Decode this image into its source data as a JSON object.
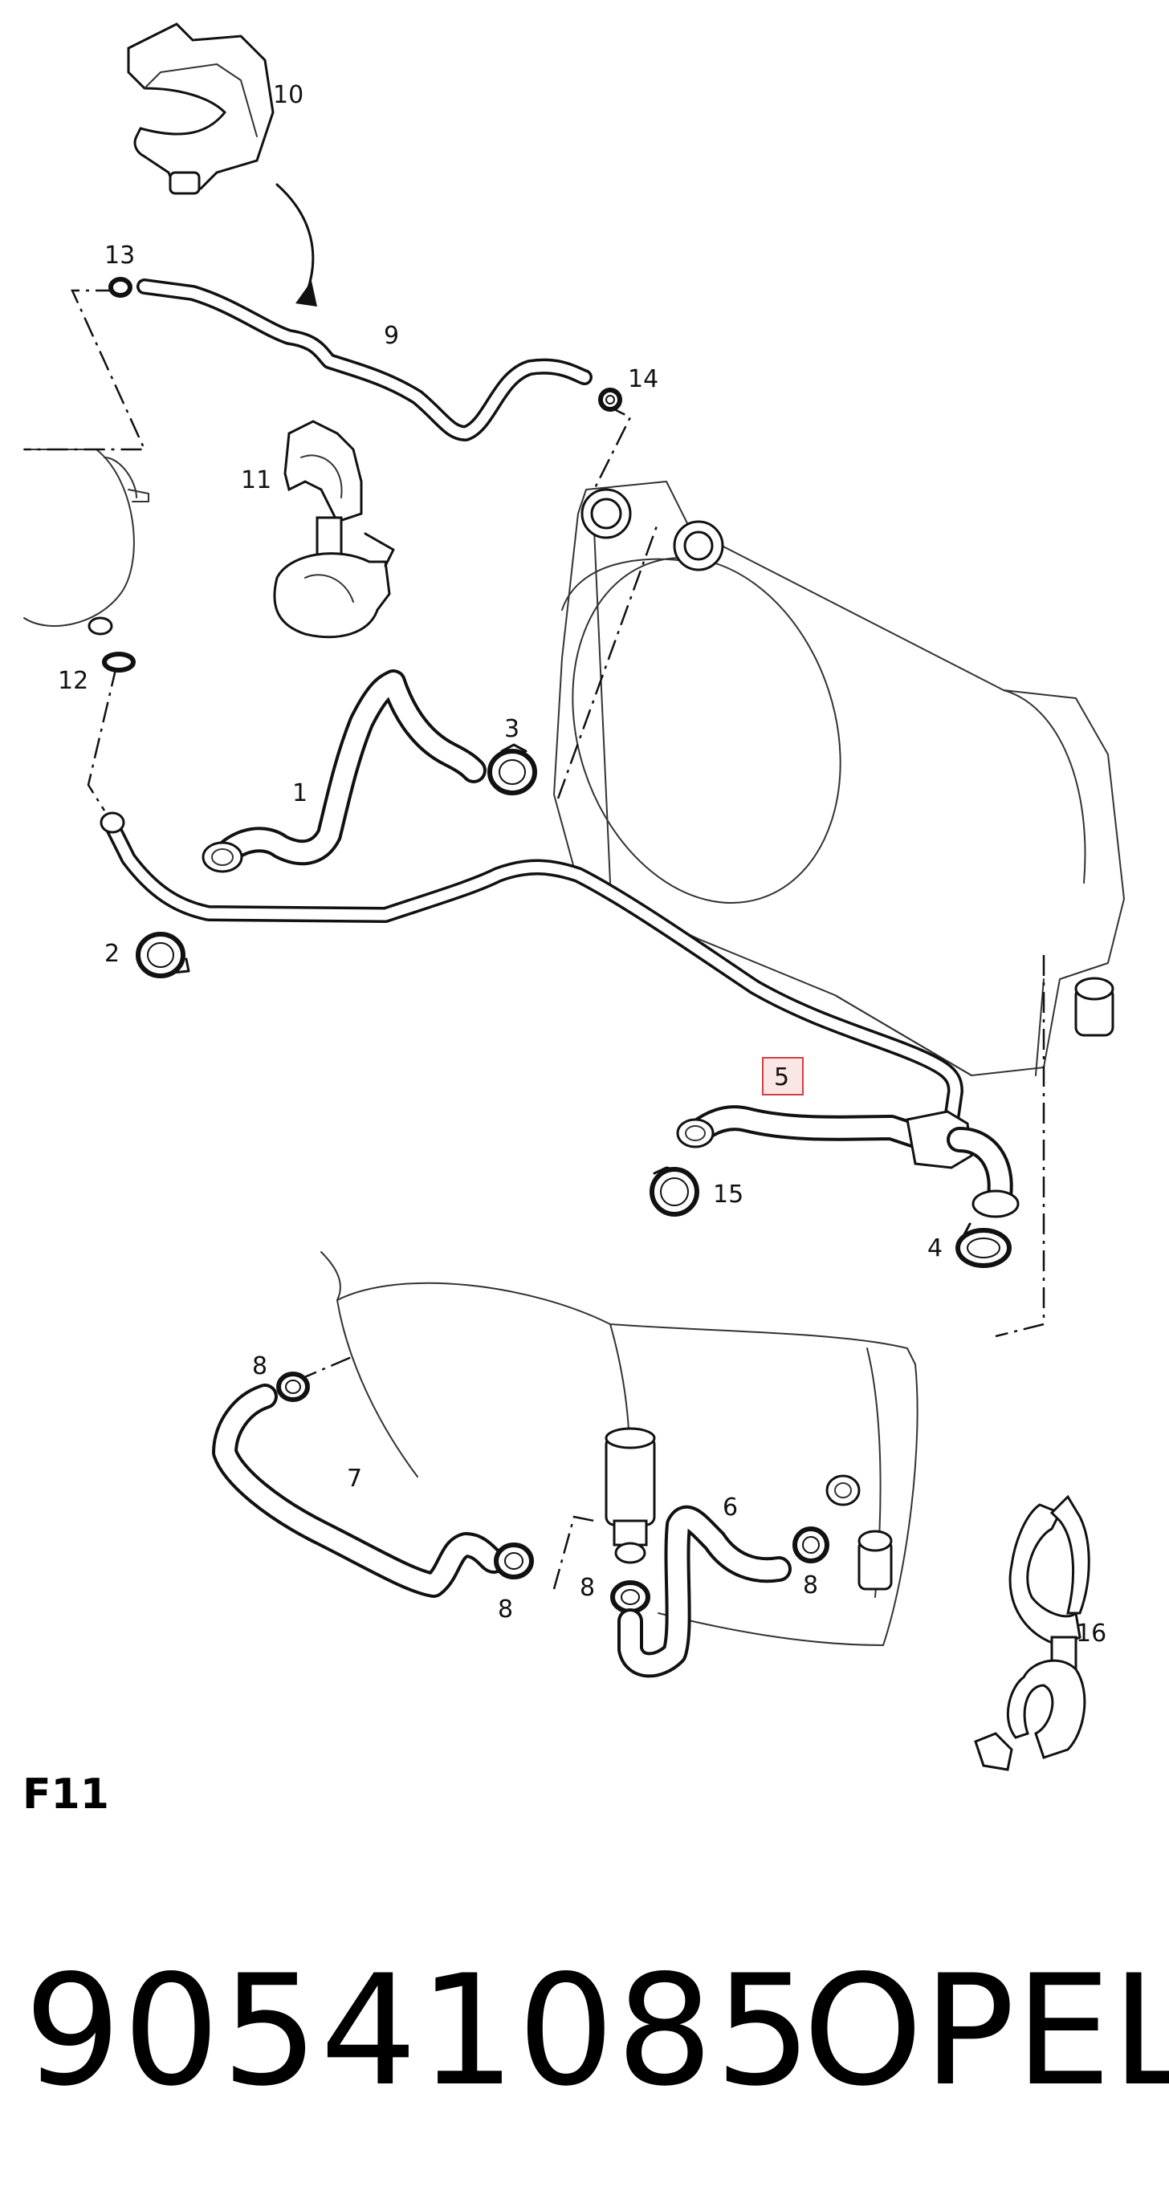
{
  "diagram": {
    "callouts": [
      {
        "id": "c10",
        "label": "10"
      },
      {
        "id": "c13",
        "label": "13"
      },
      {
        "id": "c9",
        "label": "9"
      },
      {
        "id": "c14",
        "label": "14"
      },
      {
        "id": "c11",
        "label": "11"
      },
      {
        "id": "c12",
        "label": "12"
      },
      {
        "id": "c3",
        "label": "3"
      },
      {
        "id": "c1",
        "label": "1"
      },
      {
        "id": "c2",
        "label": "2"
      },
      {
        "id": "c5",
        "label": "5"
      },
      {
        "id": "c15",
        "label": "15"
      },
      {
        "id": "c4",
        "label": "4"
      },
      {
        "id": "c8a",
        "label": "8"
      },
      {
        "id": "c7",
        "label": "7"
      },
      {
        "id": "c6",
        "label": "6"
      },
      {
        "id": "c8b",
        "label": "8"
      },
      {
        "id": "c8c",
        "label": "8"
      },
      {
        "id": "c8d",
        "label": "8"
      },
      {
        "id": "c16",
        "label": "16"
      }
    ],
    "highlighted_callout": "5",
    "highlight_color": "#d04040"
  },
  "figure_code": "F11",
  "part_number": "90541085",
  "brand": "OPEL"
}
